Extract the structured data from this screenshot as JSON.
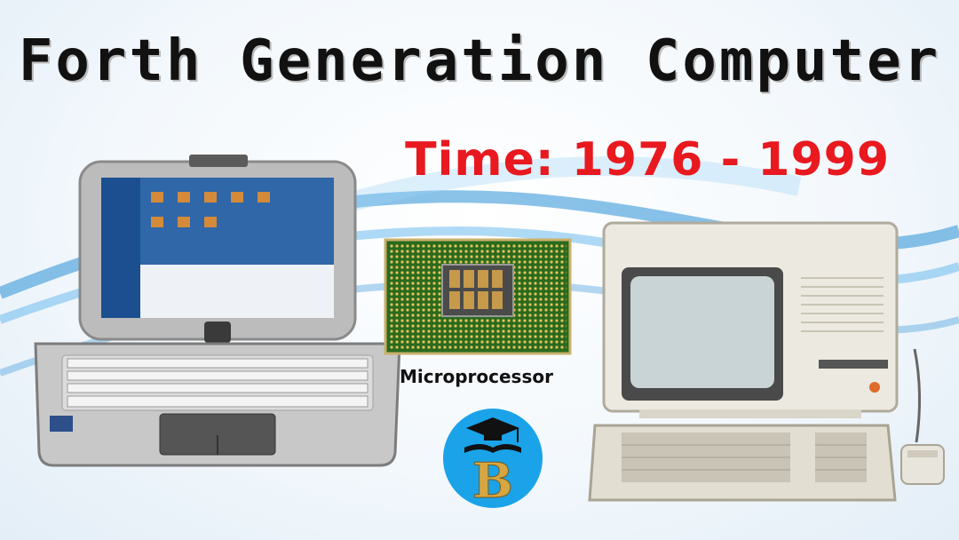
{
  "slide": {
    "title": "Forth Generation Computer",
    "time_label": "Time: 1976 - 1999",
    "microprocessor_caption": "Microprocessor",
    "logo_letter": "B"
  },
  "colors": {
    "title": "#111111",
    "time": "#e8191f",
    "swoosh": "#2a8fd6",
    "logo_circle": "#1aa3e8",
    "logo_letter": "#d6a642"
  },
  "icons": [
    "laptop-icon",
    "microprocessor-icon",
    "desktop-computer-icon",
    "logo-icon"
  ]
}
